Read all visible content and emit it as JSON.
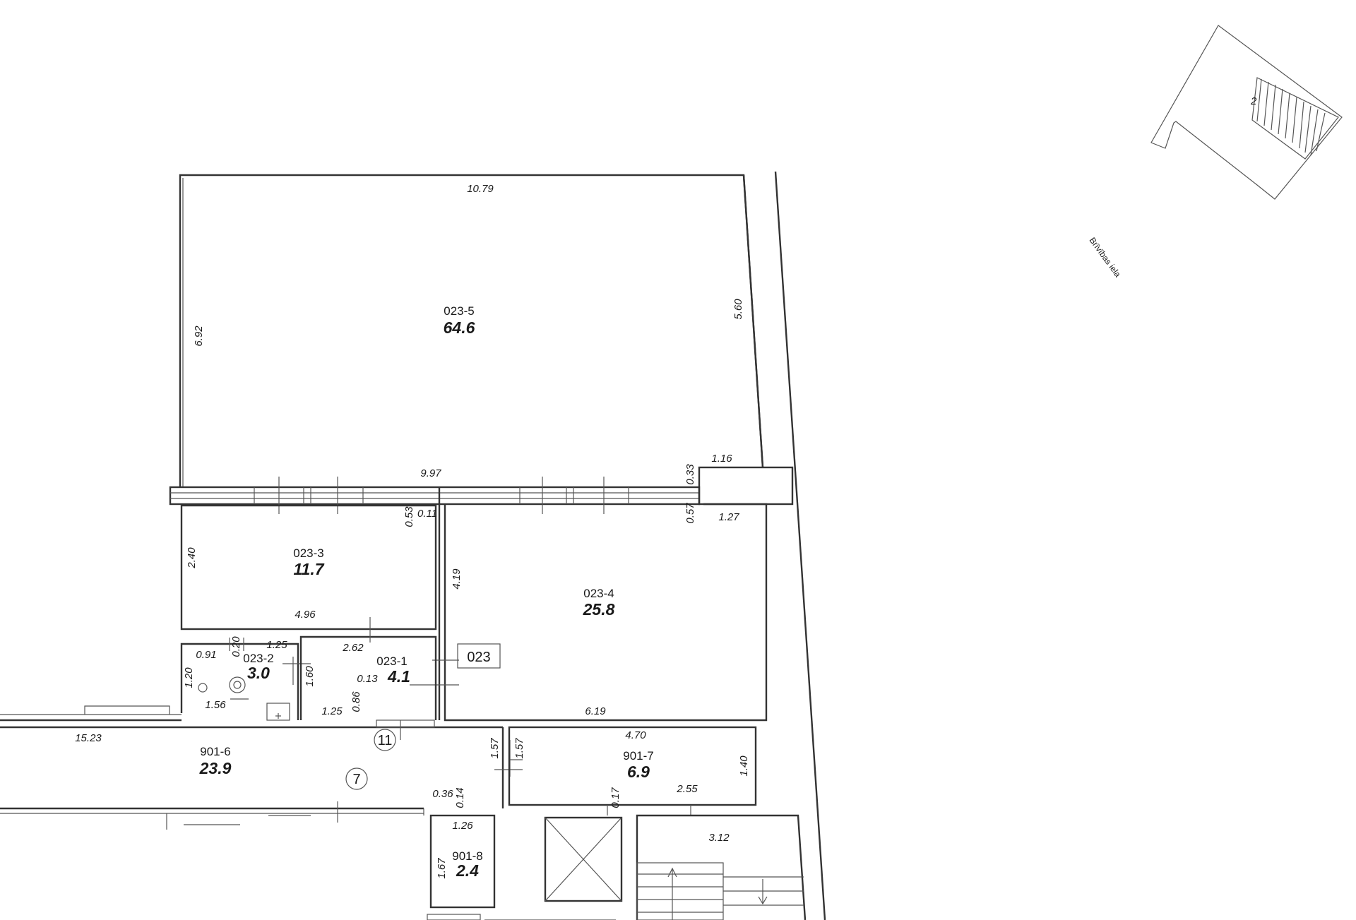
{
  "rooms": [
    {
      "id": "023-5",
      "area": "64.6"
    },
    {
      "id": "023-3",
      "area": "11.7"
    },
    {
      "id": "023-4",
      "area": "25.8"
    },
    {
      "id": "023-2",
      "area": "3.0"
    },
    {
      "id": "023-1",
      "area": "4.1"
    },
    {
      "id": "901-6",
      "area": "23.9"
    },
    {
      "id": "901-7",
      "area": "6.9"
    },
    {
      "id": "901-8",
      "area": "2.4"
    }
  ],
  "apartment_label": "023",
  "markers": [
    "11",
    "7"
  ],
  "dimensions": {
    "top_width": "10.79",
    "left_height": "6.92",
    "right_height": "5.60",
    "mid_width": "9.97",
    "niche_width": "1.16",
    "niche_depth": "0.33",
    "r4_top_offset": "0.57",
    "r4_top_width": "1.27",
    "r3_wall_a": "0.53",
    "r3_wall_b": "0.11",
    "r3_height": "2.40",
    "r3_width": "4.96",
    "r4_height": "4.19",
    "r4_width": "6.19",
    "r2_left": "0.91",
    "r2_top": "1.25",
    "r2_gap": "0.20",
    "r2_height": "1.20",
    "r2_inner": "1.60",
    "r2_bottom": "1.56",
    "r1_top": "2.62",
    "r1_height": "0.13",
    "r1_side": "0.86",
    "r1_bottom": "1.25",
    "corridor_length": "15.23",
    "corridor_wall_a": "1.57",
    "corridor_wall_b": "1.57",
    "r7_width": "4.70",
    "r7_height": "1.40",
    "r7_bottom": "2.55",
    "r7_door": "0.17",
    "r8_a": "0.36",
    "r8_b": "0.14",
    "r8_width": "1.26",
    "r8_height": "1.67",
    "stair_width": "3.12"
  },
  "street_name": "Brīvības iela",
  "building_label": "2"
}
